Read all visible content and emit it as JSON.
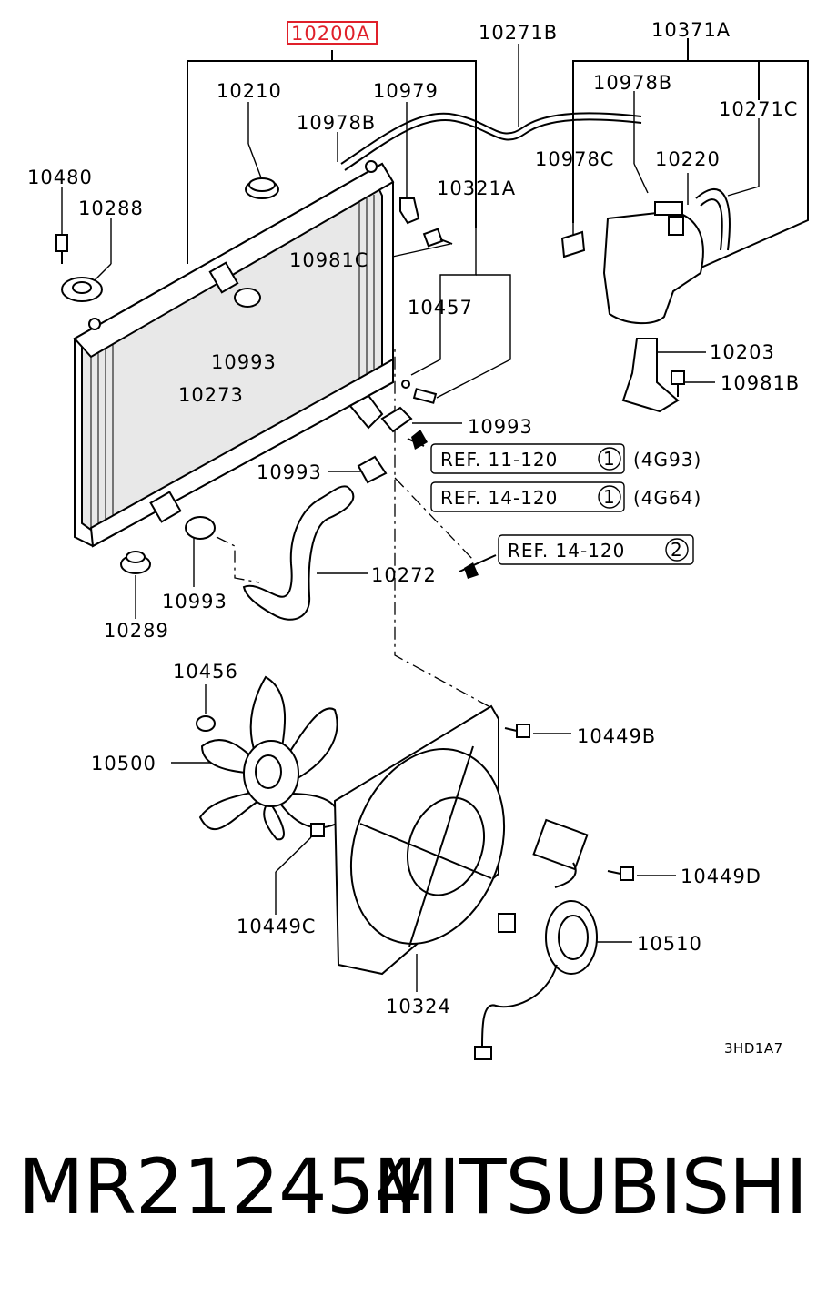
{
  "labels": {
    "l10200A": "10200A",
    "l10271B": "10271B",
    "l10371A": "10371A",
    "l10210": "10210",
    "l10979": "10979",
    "l10978B_top": "10978B",
    "l10271C": "10271C",
    "l10978B_left": "10978B",
    "l10480": "10480",
    "l10978C": "10978C",
    "l10220": "10220",
    "l10288": "10288",
    "l10321A": "10321A",
    "l10981C": "10981C",
    "l10457": "10457",
    "l10993_a": "10993",
    "l10203": "10203",
    "l10273": "10273",
    "l10981B": "10981B",
    "l10993_b": "10993",
    "l10993_c": "10993",
    "l10272": "10272",
    "l10993_d": "10993",
    "l10289": "10289",
    "l10456": "10456",
    "l10449B": "10449B",
    "l10500": "10500",
    "l10449D": "10449D",
    "l10449C": "10449C",
    "l10510": "10510",
    "l10324": "10324",
    "code": "3HD1A7"
  },
  "refs": [
    {
      "text": "REF. 11-120",
      "circle": "1",
      "engine": "(4G93)"
    },
    {
      "text": "REF. 14-120",
      "circle": "1",
      "engine": "(4G64)"
    },
    {
      "text": "REF. 14-120",
      "circle": "2",
      "engine": ""
    }
  ],
  "highlight_color": "#e0202a",
  "footer": {
    "part_number": "MR212454",
    "brand": "MITSUBISHI"
  }
}
